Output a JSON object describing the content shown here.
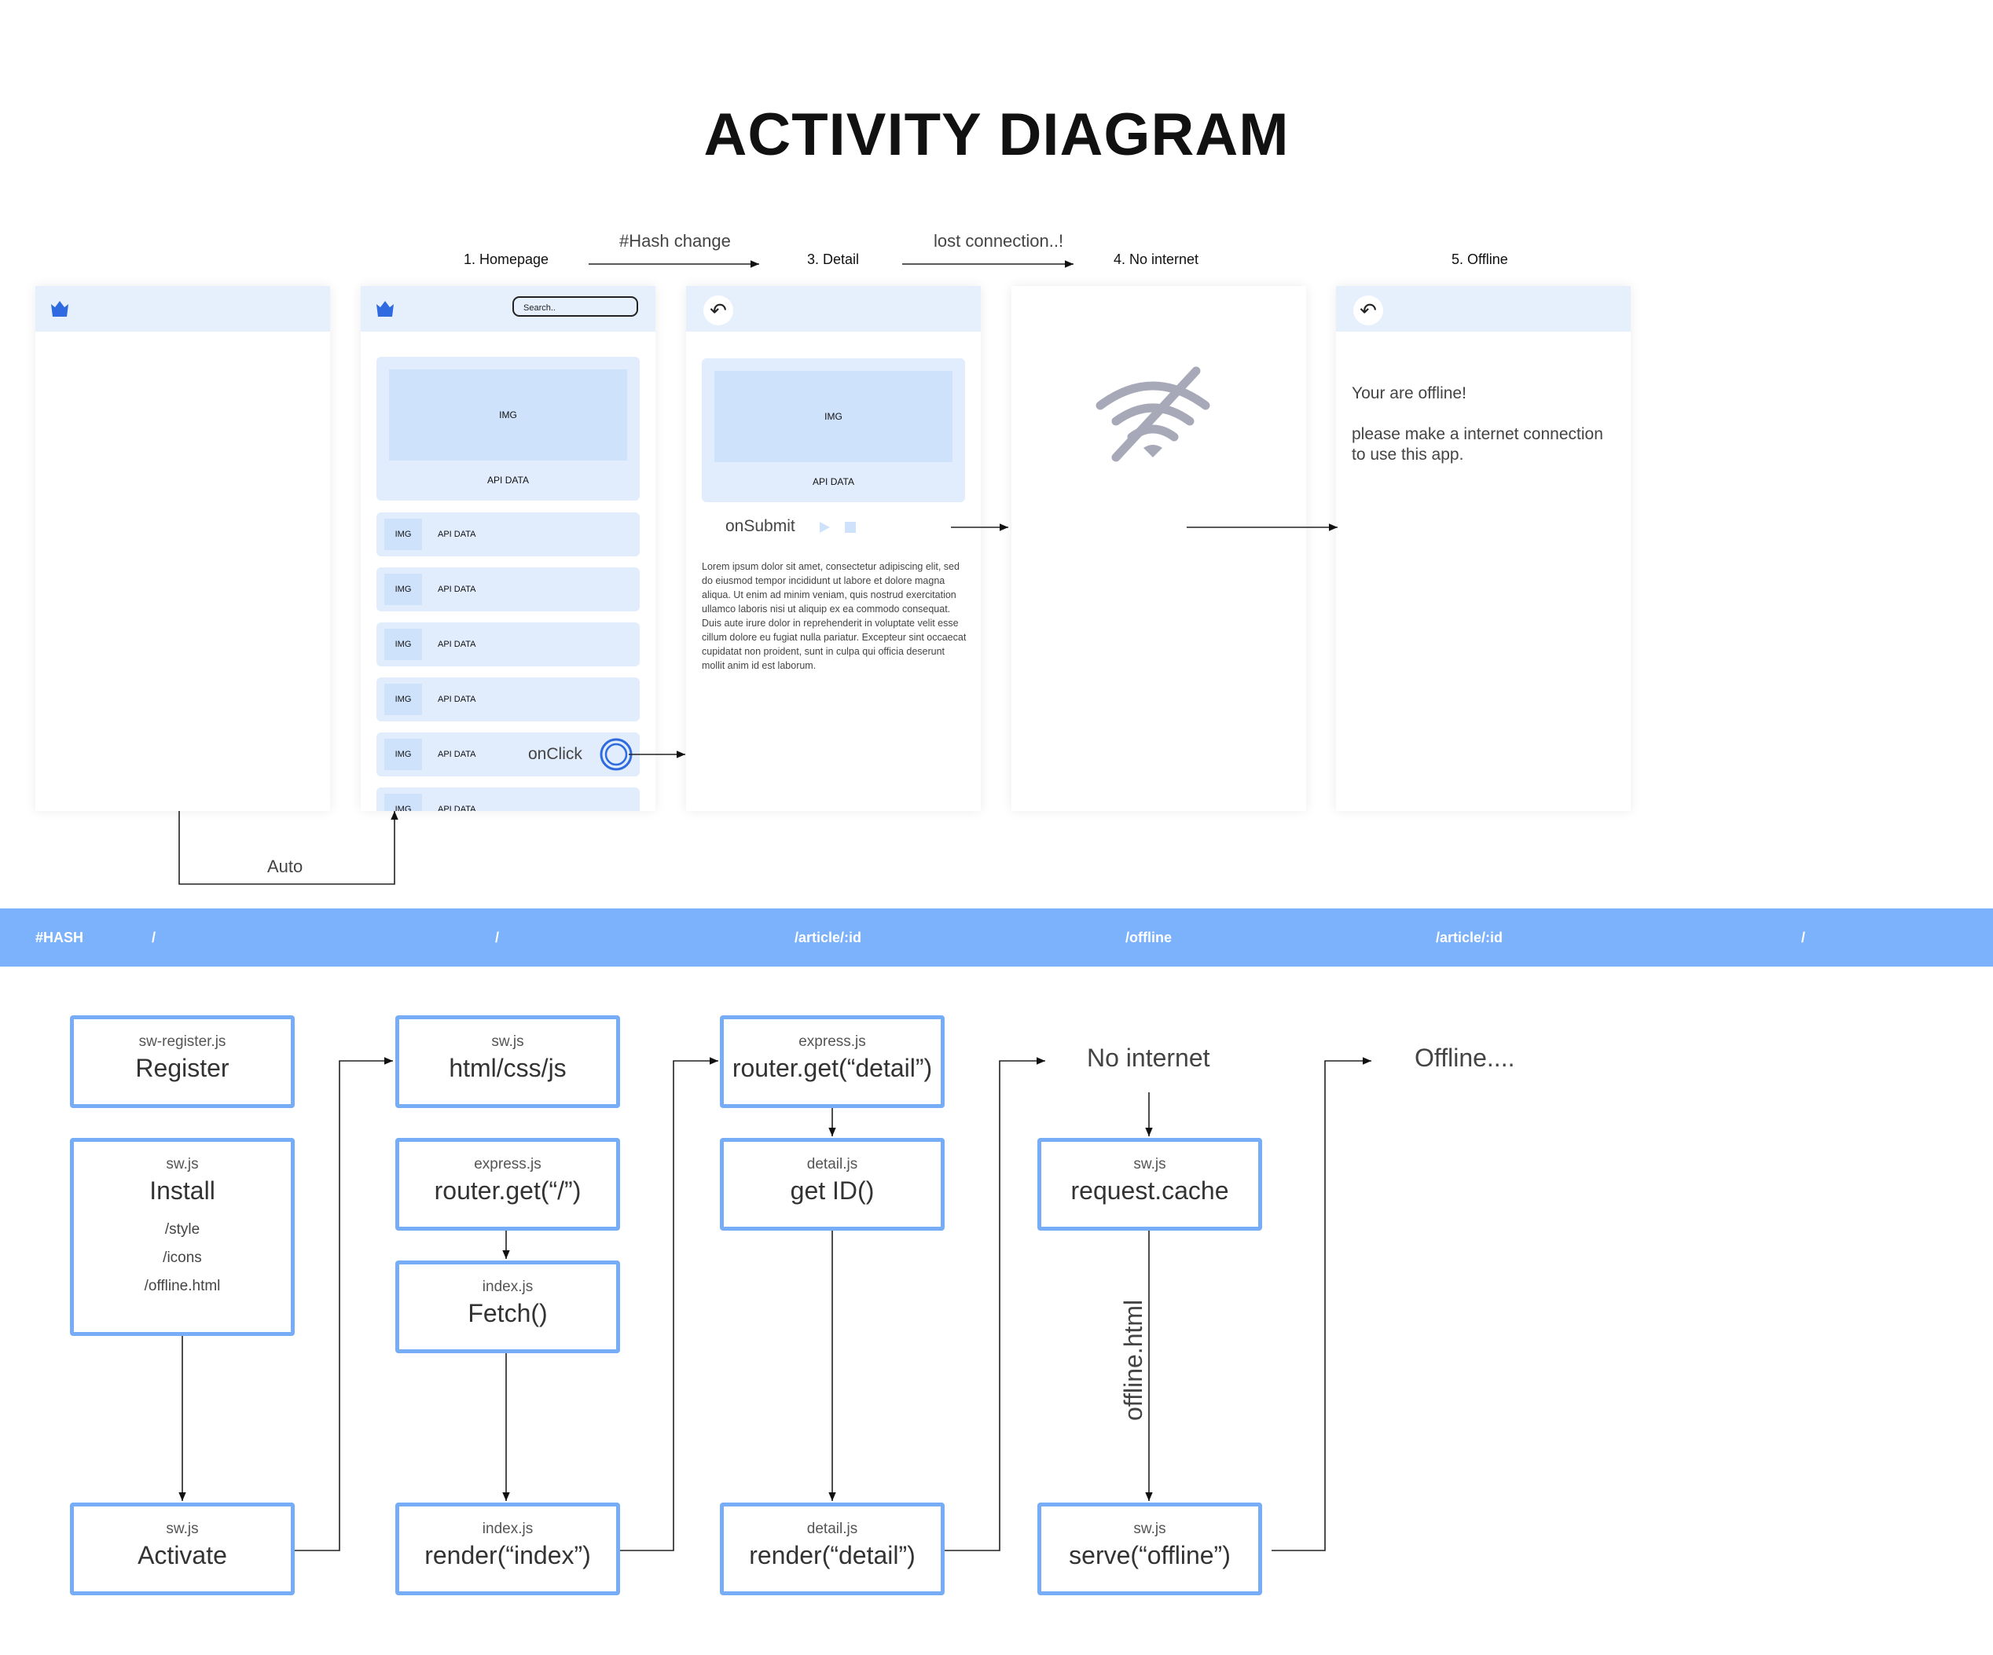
{
  "title": "ACTIVITY DIAGRAM",
  "screens": {
    "labels": [
      "1. Homepage",
      "3. Detail",
      "4. No internet",
      "5. Offline"
    ],
    "flow_labels": {
      "hash_change": "#Hash change",
      "lost_connection": "lost connection..!",
      "auto": "Auto",
      "on_submit": "onSubmit",
      "on_click": "onClick"
    },
    "homepage": {
      "search_placeholder": "Search..",
      "img": "IMG",
      "api_data": "API DATA"
    },
    "detail": {
      "img": "IMG",
      "api_data": "API DATA",
      "lorem": "Lorem ipsum dolor sit amet, consectetur adipiscing elit, sed do eiusmod tempor incididunt ut labore et dolore magna aliqua. Ut enim ad minim veniam, quis nostrud exercitation ullamco laboris nisi ut aliquip ex ea commodo consequat. Duis aute irure dolor in reprehenderit in voluptate velit esse cillum dolore eu fugiat nulla pariatur. Excepteur sint occaecat cupidatat non proident, sunt in culpa qui officia deserunt mollit anim id est laborum."
    },
    "offline": {
      "line1": "Your are offline!",
      "line2": "please make a internet connection",
      "line3": "to use this app."
    }
  },
  "hash_band": [
    "#HASH",
    "/",
    "/",
    "/article/:id",
    "/offline",
    "/article/:id",
    "/"
  ],
  "boxes": {
    "register": {
      "file": "sw-register.js",
      "fn": "Register"
    },
    "install": {
      "file": "sw.js",
      "fn": "Install",
      "items": [
        "/style",
        "/icons",
        "/offline.html"
      ]
    },
    "activate": {
      "file": "sw.js",
      "fn": "Activate"
    },
    "htmlcssjs": {
      "file": "sw.js",
      "fn": "html/css/js"
    },
    "router_root": {
      "file": "express.js",
      "fn": "router.get(“/”)"
    },
    "fetch": {
      "file": "index.js",
      "fn": "Fetch()"
    },
    "render_index": {
      "file": "index.js",
      "fn": "render(“index”)"
    },
    "router_detail": {
      "file": "express.js",
      "fn": "router.get(“detail”)"
    },
    "get_id": {
      "file": "detail.js",
      "fn": "get ID()"
    },
    "render_detail": {
      "file": "detail.js",
      "fn": "render(“detail”)"
    },
    "request_cache": {
      "file": "sw.js",
      "fn": "request.cache"
    },
    "serve_offline": {
      "file": "sw.js",
      "fn": "serve(“offline”)"
    }
  },
  "flow_text": {
    "no_internet": "No internet",
    "offline_dots": "Offline....",
    "offline_html": "offline.html"
  },
  "colors": {
    "band": "#7cb1fb",
    "box_border": "#76adf6",
    "phone_header": "#e6f0fc",
    "card": "#e1ecfc",
    "img": "#cfe2fc",
    "accent": "#2f6ae0"
  }
}
